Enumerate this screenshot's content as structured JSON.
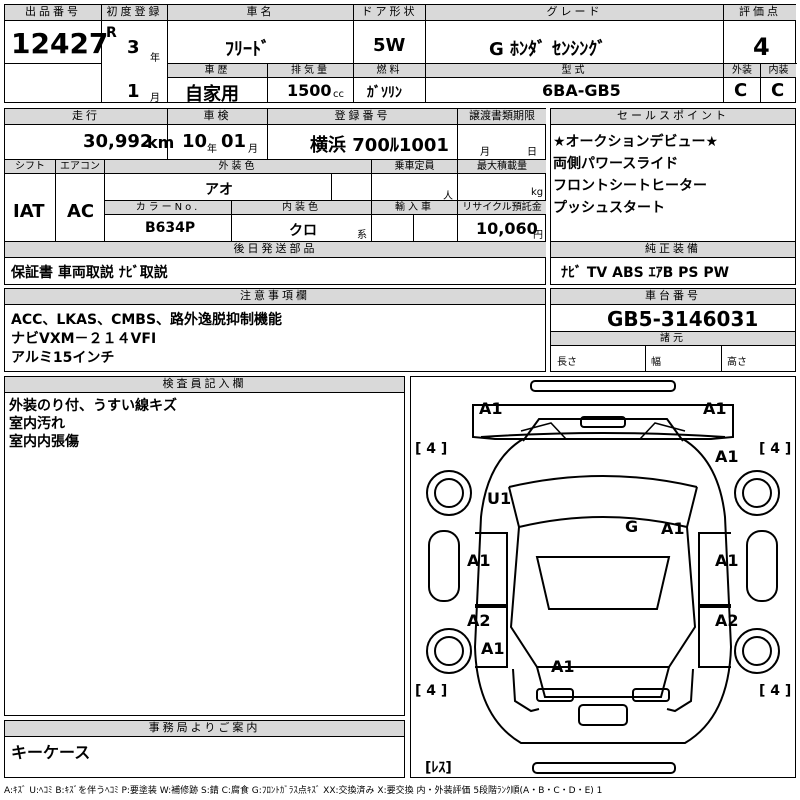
{
  "header": {
    "lot_no_label": "出品番号",
    "lot_no": "12427",
    "first_reg_label": "初度登録",
    "era": "R",
    "year": "3",
    "year_unit": "年",
    "month": "1",
    "month_unit": "月",
    "car_name_label": "車名",
    "car_name": "ﾌﾘｰﾄﾞ",
    "door_label": "ドア形状",
    "door": "5W",
    "grade_label": "グレード",
    "grade": "G ﾎﾝﾀﾞ ｾﾝｼﾝｸﾞ",
    "score_label": "評価点",
    "score": "4",
    "history_label": "車歴",
    "history": "自家用",
    "displacement_label": "排気量",
    "displacement": "1500",
    "displacement_unit": "cc",
    "fuel_label": "燃料",
    "fuel": "ｶﾞｿﾘﾝ",
    "model_label": "型式",
    "model": "6BA-GB5",
    "exterior_label": "外装",
    "exterior": "C",
    "interior_label": "内装",
    "interior": "C"
  },
  "row2": {
    "mileage_label": "走行",
    "mileage": "30,992",
    "mileage_unit": "km",
    "inspection_label": "車検",
    "insp_year": "10",
    "insp_year_unit": "年",
    "insp_month": "01",
    "insp_month_unit": "月",
    "plate_label": "登録番号",
    "plate": "横浜 700ﾙ1001",
    "transfer_label": "譲渡書類期限",
    "transfer_month": "月",
    "transfer_day": "日",
    "shift_label": "シフト",
    "shift": "IAT",
    "ac_label": "エアコン",
    "ac": "AC",
    "color_label": "外装色",
    "color": "アオ",
    "capacity_label": "乗車定員",
    "capacity_unit": "人",
    "load_label": "最大積載量",
    "load_unit": "kg",
    "color_no_label": "カラーNo.",
    "color_no": "B634P",
    "int_color_label": "内装色",
    "int_color": "クロ",
    "int_color_unit": "系",
    "import_label": "輸入車",
    "recycle_label": "リサイクル預託金",
    "recycle": "10,060",
    "recycle_unit": "円",
    "later_label": "後日発送部品",
    "later": "保証書 車両取説 ﾅﾋﾞ取説"
  },
  "selling_points": {
    "label": "セールスポイント",
    "items": [
      "★オークションデビュー★",
      "両側パワースライド",
      "フロントシートヒーター",
      "プッシュスタート"
    ]
  },
  "equipment": {
    "label": "純正装備",
    "value": "ﾅﾋﾞ TV ABS ｴｱB PS PW"
  },
  "notes": {
    "label": "注意事項欄",
    "lines": [
      "ACC、LKAS、CMBS、路外逸脱抑制機能",
      "ナビVXM－２１４VFI",
      "アルミ15インチ"
    ]
  },
  "chassis": {
    "label": "車台番号",
    "value": "GB5-3146031",
    "spec_label": "諸元",
    "length": "長さ",
    "width": "幅",
    "height": "高さ"
  },
  "inspector": {
    "label": "検査員記入欄",
    "lines": [
      "外装のり付、うすい線キズ",
      "室内汚れ",
      "室内内張傷"
    ]
  },
  "office": {
    "label": "事務局よりご案内",
    "value": "キーケース"
  },
  "diagram": {
    "marks": [
      "A1",
      "A1",
      "A1",
      "U1",
      "G",
      "A1",
      "A1",
      "A1",
      "A2",
      "A2",
      "A1",
      "A1"
    ],
    "tires": [
      "[ 4 ]",
      "[ 4 ]",
      "[ 4 ]",
      "[ 4 ]"
    ],
    "spare": "[ﾚｽ]"
  },
  "legend": "A:ｷｽﾞ U:ﾍｺﾐ B:ｷｽﾞを伴うﾍｺﾐ P:要塗装 W:補修跡 S:錆 C:腐食 G:ﾌﾛﾝﾄｶﾞﾗｽ点ｷｽﾞ XX:交換済み X:要交換 内・外装評価 5段階ﾗﾝｸ順(A・B・C・D・E) 1"
}
